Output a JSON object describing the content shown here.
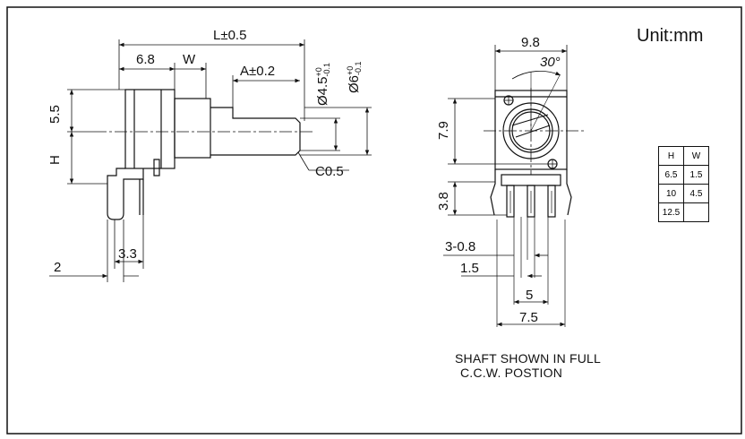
{
  "unit_label": "Unit:mm",
  "side_view": {
    "dim_L": "L±0.5",
    "dim_6_8": "6.8",
    "dim_W": "W",
    "dim_A": "A±0.2",
    "dim_5_5": "5.5",
    "dim_H": "H",
    "dim_dia_4_5": "Ø4.5",
    "dim_dia_4_5_tol_upper": "+0",
    "dim_dia_4_5_tol_lower": "-0.1",
    "dim_dia_6": "Ø6",
    "dim_dia_6_tol_upper": "+0",
    "dim_dia_6_tol_lower": "-0.1",
    "dim_chamfer": "C0.5",
    "dim_3_3": "3.3",
    "dim_2": "2"
  },
  "front_view": {
    "dim_9_8": "9.8",
    "dim_angle": "30°",
    "dim_7_9": "7.9",
    "dim_3_8": "3.8",
    "dim_3_0_8": "3-0.8",
    "dim_1_5": "1.5",
    "dim_5": "5",
    "dim_7_5": "7.5",
    "note_line1": "SHAFT SHOWN IN FULL",
    "note_line2": "C.C.W. POSTION"
  },
  "hw_table": {
    "headers": [
      "H",
      "W"
    ],
    "rows": [
      [
        "6.5",
        "1.5"
      ],
      [
        "10",
        "4.5"
      ],
      [
        "12.5",
        ""
      ]
    ]
  },
  "colors": {
    "line": "#111111",
    "background": "#ffffff"
  }
}
